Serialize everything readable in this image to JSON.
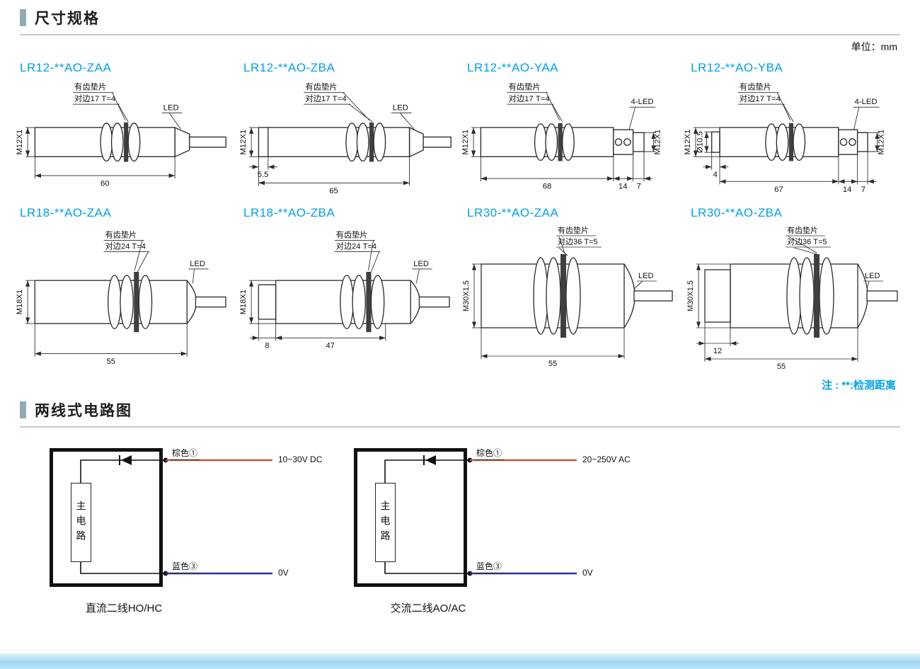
{
  "page": {
    "unit_label": "单位：mm",
    "note": "注 : **:检测距离"
  },
  "sections": {
    "dimensions": {
      "title": "尺寸规格"
    },
    "circuits": {
      "title": "两线式电路图"
    }
  },
  "drawings": [
    {
      "title": "LR12-**AO-ZAA",
      "thread": "M12X1",
      "washer": "有齿垫片",
      "flats": "对边17 T=4",
      "led": "LED",
      "dims": {
        "length": "60"
      }
    },
    {
      "title": "LR12-**AO-ZBA",
      "thread": "M12X1",
      "washer": "有齿垫片",
      "flats": "对边17 T=4",
      "led": "LED",
      "dims": {
        "front": "5.5",
        "length": "65"
      }
    },
    {
      "title": "LR12-**AO-YAA",
      "thread": "M12X1",
      "thread_rear": "M12X1",
      "washer": "有齿垫片",
      "flats": "对边17 T=4",
      "led": "4-LED",
      "dims": {
        "length": "68",
        "led_band": "14",
        "connector": "7"
      }
    },
    {
      "title": "LR12-**AO-YBA",
      "thread": "M12X1",
      "thread_rear": "M12X1",
      "sleeve_dia": "Ø10.5",
      "washer": "有齿垫片",
      "flats": "对边17 T=4",
      "led": "4-LED",
      "dims": {
        "front": "4",
        "length": "67",
        "led_band": "14",
        "connector": "7"
      }
    },
    {
      "title": "LR18-**AO-ZAA",
      "thread": "M18X1",
      "washer": "有齿垫片",
      "flats": "对边24 T=4",
      "led": "LED",
      "dims": {
        "length": "55"
      }
    },
    {
      "title": "LR18-**AO-ZBA",
      "thread": "M18X1",
      "washer": "有齿垫片",
      "flats": "对边24 T=4",
      "led": "LED",
      "dims": {
        "front": "8",
        "length": "47"
      }
    },
    {
      "title": "LR30-**AO-ZAA",
      "thread": "M30X1.5",
      "washer": "有齿垫片",
      "flats": "对边36 T=5",
      "led": "LED",
      "dims": {
        "length": "55"
      }
    },
    {
      "title": "LR30-**AO-ZBA",
      "thread": "M30X1.5",
      "washer": "有齿垫片",
      "flats": "对边36 T=5",
      "led": "LED",
      "dims": {
        "front": "12",
        "length": "55"
      }
    }
  ],
  "circuits": [
    {
      "caption": "直流二线HO/HC",
      "main_label": "主电路",
      "positive_wire": "棕色①",
      "negative_wire": "蓝色③",
      "voltage": "10~30V DC",
      "zero": "0V"
    },
    {
      "caption": "交流二线AO/AC",
      "main_label": "主电路",
      "positive_wire": "棕色①",
      "negative_wire": "蓝色③",
      "voltage": "20~250V AC",
      "zero": "0V"
    }
  ],
  "colors": {
    "accent_cyan": "#00a0e9",
    "wire_brown": "#b95c38",
    "wire_blue": "#2b2f9e",
    "footer_blue": "#a2d7f0"
  }
}
